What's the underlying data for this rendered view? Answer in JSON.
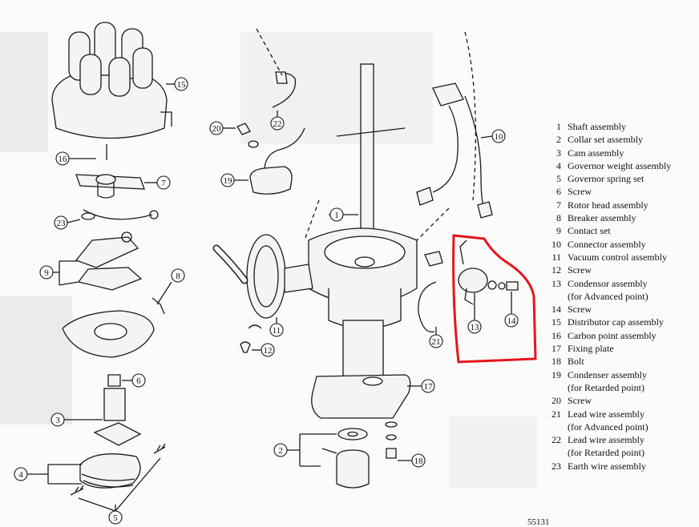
{
  "legend": [
    {
      "num": "1",
      "label": "Shaft assembly"
    },
    {
      "num": "2",
      "label": "Collar set assembly"
    },
    {
      "num": "3",
      "label": "Cam assembly"
    },
    {
      "num": "4",
      "label": "Governor weight assembly"
    },
    {
      "num": "5",
      "label": "Governor spring set"
    },
    {
      "num": "6",
      "label": "Screw"
    },
    {
      "num": "7",
      "label": "Rotor head assembly"
    },
    {
      "num": "8",
      "label": "Breaker assembly"
    },
    {
      "num": "9",
      "label": "Contact set"
    },
    {
      "num": "10",
      "label": "Connector assembly"
    },
    {
      "num": "11",
      "label": "Vacuum control assembly"
    },
    {
      "num": "12",
      "label": "Screw"
    },
    {
      "num": "13",
      "label": "Condensor assembly"
    },
    {
      "num": "",
      "label": "(for Advanced point)"
    },
    {
      "num": "14",
      "label": "Screw"
    },
    {
      "num": "15",
      "label": "Distributor cap assembly"
    },
    {
      "num": "16",
      "label": "Carbon point assembly"
    },
    {
      "num": "17",
      "label": "Fixing plate"
    },
    {
      "num": "18",
      "label": "Bolt"
    },
    {
      "num": "19",
      "label": "Condenser assembly"
    },
    {
      "num": "",
      "label": "(for Retarded point)"
    },
    {
      "num": "20",
      "label": "Screw"
    },
    {
      "num": "21",
      "label": "Lead wire assembly"
    },
    {
      "num": "",
      "label": "(for Advanced point)"
    },
    {
      "num": "22",
      "label": "Lead wire assembly"
    },
    {
      "num": "",
      "label": "(for Retarded point)"
    },
    {
      "num": "23",
      "label": "Earth wire assembly"
    }
  ],
  "callouts": {
    "c1": "1",
    "c2": "2",
    "c3": "3",
    "c4": "4",
    "c5": "5",
    "c6": "6",
    "c7": "7",
    "c8": "8",
    "c9": "9",
    "c10": "10",
    "c11": "11",
    "c12": "12",
    "c13": "13",
    "c14": "14",
    "c15": "15",
    "c16": "16",
    "c17": "17",
    "c18": "18",
    "c19": "19",
    "c20": "20",
    "c21": "21",
    "c22": "22",
    "c23": "23"
  },
  "figure_code": "55131",
  "colors": {
    "line": "#1a1a1a",
    "highlight": "#e8141c",
    "part_fill": "#f4f4f2",
    "shade": "#9a9a9a"
  }
}
